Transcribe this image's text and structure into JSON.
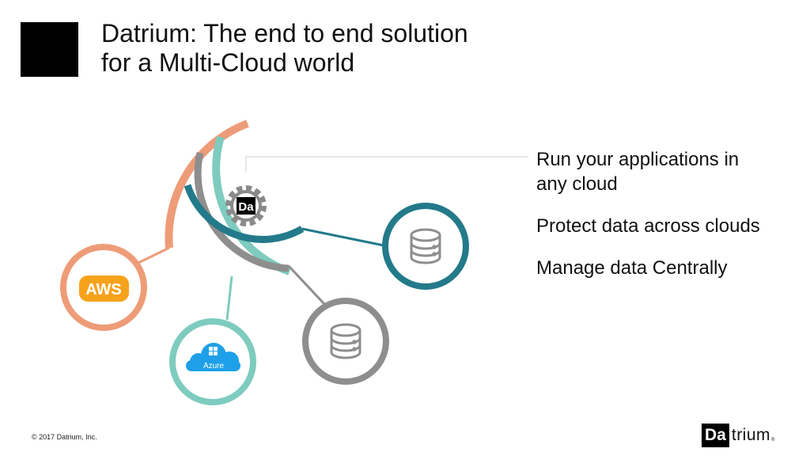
{
  "title": {
    "line1": "Datrium: The end to end solution",
    "line2": "for a Multi-Cloud world"
  },
  "bullets": [
    {
      "line1": "Run your applications in",
      "line2": "any cloud"
    },
    {
      "line1": "Protect data across clouds"
    },
    {
      "line1": "Manage data Centrally"
    }
  ],
  "diagram": {
    "hub_logo_text": "Da",
    "aws_text": "AWS",
    "azure_text": "Azure",
    "icons": [
      "gear-icon",
      "database-icon",
      "database-icon",
      "aws-logo-icon",
      "azure-cloud-icon"
    ]
  },
  "footer": {
    "copyright": "© 2017 Datrium, Inc.",
    "brand_box": "Da",
    "brand_rest": "trium",
    "brand_tm": "®"
  },
  "colors": {
    "orange": "#ee9c78",
    "teal_light": "#7ecbbf",
    "gray": "#8e8e8e",
    "teal_dark": "#237a8a",
    "aws_orange": "#f7a21b",
    "azure_blue": "#1ea0e8"
  }
}
